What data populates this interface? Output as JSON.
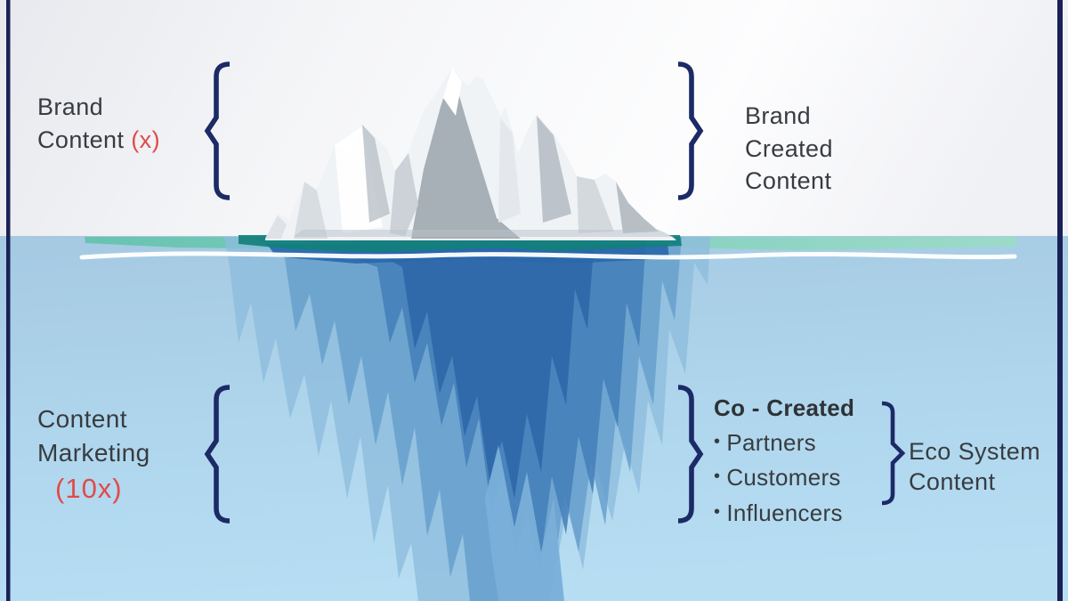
{
  "above_water": {
    "left_label": {
      "line1": "Brand",
      "line2": "Content",
      "multiplier": "(x)"
    },
    "right_label": {
      "line1": "Brand",
      "line2": "Created",
      "line3": "Content"
    }
  },
  "below_water": {
    "left_label": {
      "line1": "Content",
      "line2": "Marketing",
      "multiplier": "(10x)"
    },
    "co_created": {
      "title": "Co - Created",
      "bullet": "•",
      "items": [
        "Partners",
        "Customers",
        "Influencers"
      ]
    },
    "eco_label": {
      "line1": "Eco System",
      "line2": "Content"
    }
  },
  "icons": {
    "left_top_brace": "{",
    "right_top_brace": "}",
    "left_bottom_brace": "{",
    "right_bottom_brace": "}",
    "eco_brace": "}"
  },
  "colors": {
    "navy": "#1c2a66",
    "red": "#e14a4a",
    "text": "#383c40",
    "sky": "#f2f3f6",
    "water_top": "#a5c9e2",
    "water_bottom": "#b6ddf2",
    "iceberg_white": "#f0f3f6",
    "iceberg_deep_blue": "#2f68a9",
    "mint_band": "#7fd2b4"
  }
}
